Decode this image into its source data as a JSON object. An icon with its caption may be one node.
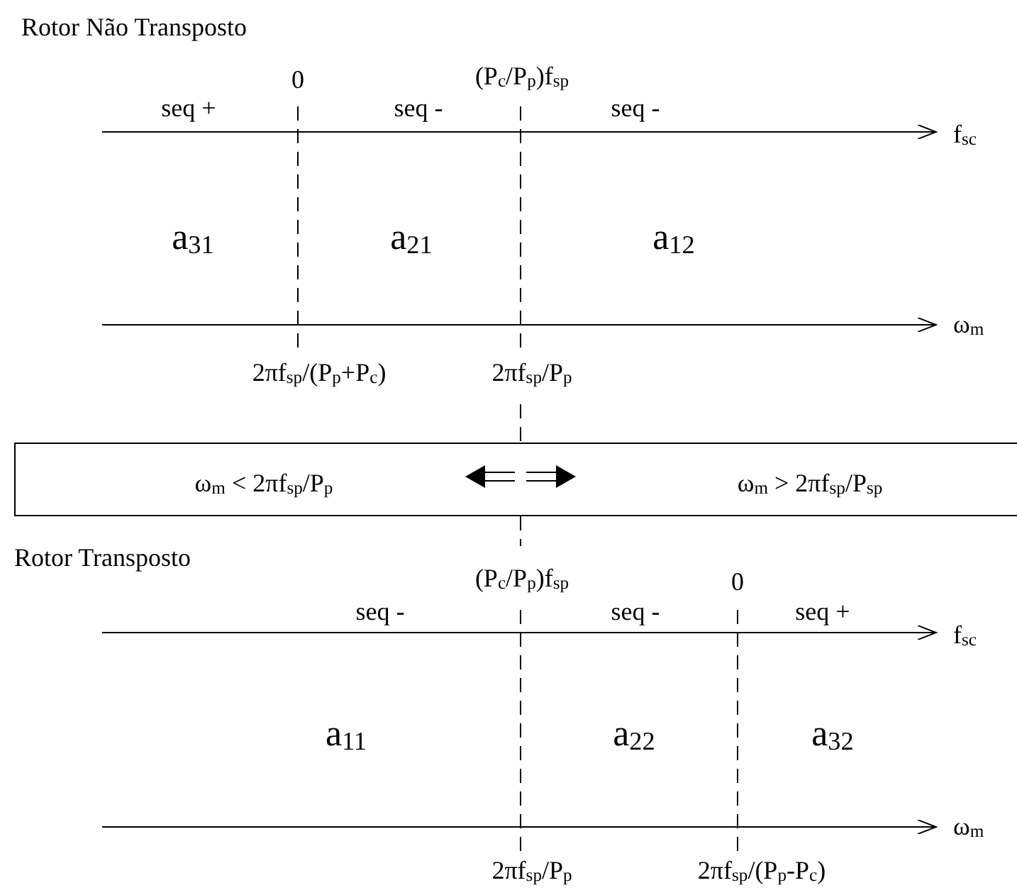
{
  "diagram": {
    "nodes": [
      {
        "text": [
          "ω$_{m}$ < 2πf$_{sp}$/P$_{p}$",
          "ω$_{m}$ > 2πf$_{sp}$/P$_{sp}$"
        ]
      }
    ],
    "labels": [
      "Rotor Não Transposto",
      "0",
      "(P$_{c}$/P$_{p}$)f$_{sp}$",
      "seq +",
      "seq -",
      "seq -",
      "f$_{sc}$",
      "a$_{31}$",
      "a$_{21}$",
      "a$_{12}$",
      "ω$_{m}$",
      "2πf$_{sp}$/(P$_{p}$+P$_{c}$)",
      "2πf$_{sp}$/P$_{p}$",
      "Rotor Transposto",
      "(P$_{c}$/P$_{p}$)f$_{sp}$",
      "0",
      "seq -",
      "seq -",
      "seq +",
      "f$_{sc}$",
      "a$_{11}$",
      "a$_{22}$",
      "a$_{32}$",
      "ω$_{m}$",
      "2πf$_{sp}$/P$_{p}$",
      "2πf$_{sp}$/(P$_{p}$-P$_{c}$)"
    ]
  }
}
